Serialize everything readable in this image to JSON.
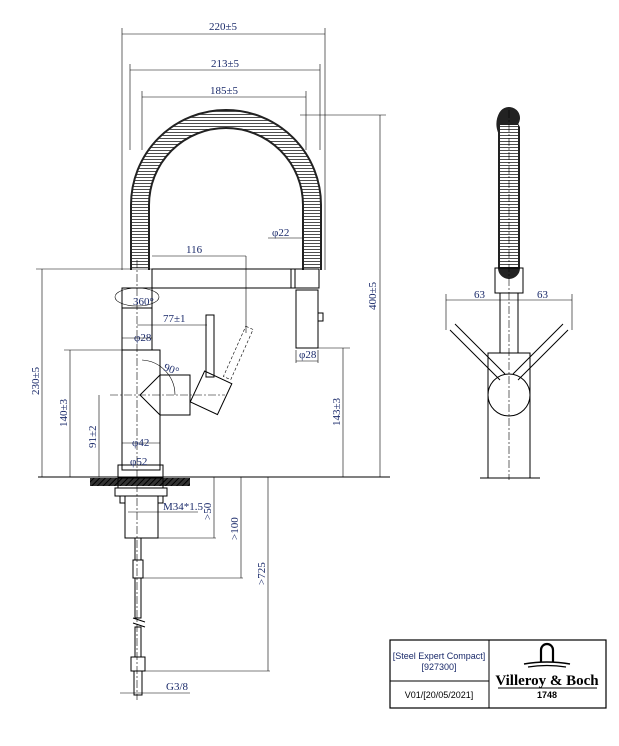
{
  "drawing": {
    "front_view": {
      "dim_width_outer": "220±5",
      "dim_width_mid": "213±5",
      "dim_width_inner": "185±5",
      "dim_hose_dia": "φ22",
      "dim_total_height": "400±5",
      "dim_spout_reach": "116",
      "dim_rotation": "360°",
      "dim_lever_offset": "77±1",
      "dim_column_dia": "φ28",
      "dim_head_dia": "φ28",
      "dim_lever_angle": "90°",
      "dim_spout_height": "230±5",
      "dim_body_height": "140±3",
      "dim_lever_axis_height": "91±2",
      "dim_head_height": "143±3",
      "dim_body_dia": "φ42",
      "dim_base_dia": "φ52",
      "dim_thread": "M34*1.5",
      "dim_min_50": ">50",
      "dim_min_100": ">100",
      "dim_min_725": ">725",
      "dim_connection": "G3/8"
    },
    "side_view": {
      "dim_lever_left": "63",
      "dim_lever_right": "63"
    }
  },
  "title_block": {
    "product_name": "[Steel Expert Compact]",
    "product_code": "[927300]",
    "version": "V01/[20/05/2021]",
    "brand": "Villeroy & Boch",
    "brand_year": "1748"
  }
}
